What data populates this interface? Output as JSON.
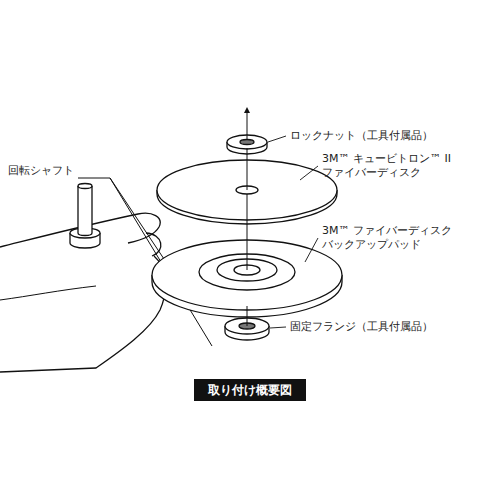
{
  "diagram": {
    "nodes": [
      {
        "text": [
          "取り付け概要図"
        ]
      }
    ],
    "labels": [
      "ロックナット（工具付属品）",
      "3M™ キュービトロン™ II ファイバーディスク",
      "3M™ ファイバーディスク バックアップパッド",
      "固定フランジ（工具付属品）",
      "回転シャフト"
    ]
  }
}
